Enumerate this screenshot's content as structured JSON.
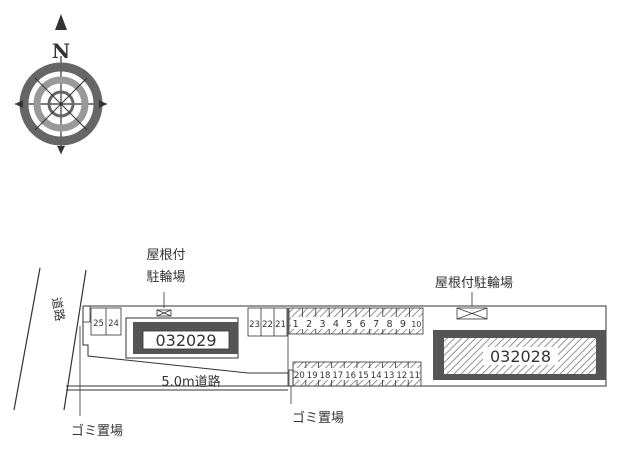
{
  "compass": {
    "north_label": "N"
  },
  "labels": {
    "bike_parking_left_line1": "屋根付",
    "bike_parking_left_line2": "駐輪場",
    "bike_parking_right": "屋根付駐輪場",
    "road_vertical": "道路",
    "road_main": "5.0m道路",
    "garbage_left": "ゴミ置場",
    "garbage_center": "ゴミ置場"
  },
  "buildings": [
    {
      "id": "032029",
      "style": "dark"
    },
    {
      "id": "032028",
      "style": "hatched"
    }
  ],
  "parking": {
    "left_spaces": [
      "25",
      "24"
    ],
    "middle_spaces": [
      "23",
      "22",
      "21"
    ],
    "top_row": [
      "1",
      "2",
      "3",
      "4",
      "5",
      "6",
      "7",
      "8",
      "9",
      "10"
    ],
    "bottom_row": [
      "20",
      "19",
      "18",
      "17",
      "16",
      "15",
      "14",
      "13",
      "12",
      "11"
    ]
  },
  "colors": {
    "line": "#333333",
    "building_dark": "#555555",
    "hatch": "#777777"
  }
}
